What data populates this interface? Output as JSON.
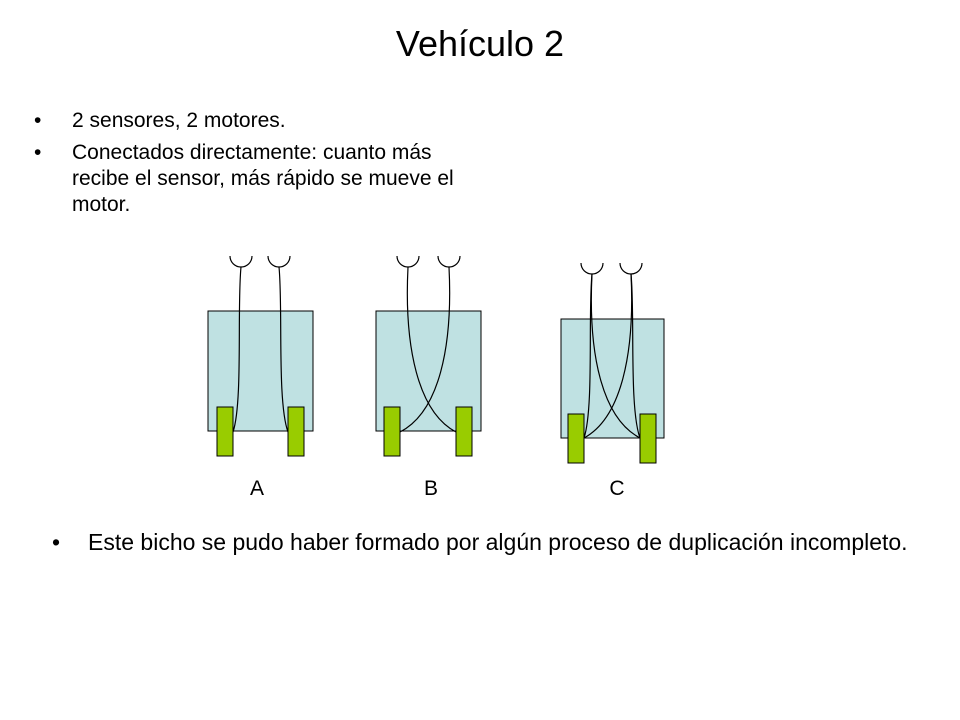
{
  "slide": {
    "title": "Vehículo 2",
    "top_bullets": [
      "2 sensores, 2 motores.",
      "Conectados directamente: cuanto más recibe el sensor, más rápido se mueve el motor."
    ],
    "bottom_bullets": [
      "Este bicho se pudo haber formado por algún proceso de duplicación incompleto."
    ]
  },
  "diagram": {
    "vehicles": [
      {
        "label": "A",
        "wiring": "parallel"
      },
      {
        "label": "B",
        "wiring": "crossed"
      },
      {
        "label": "C",
        "wiring": "both"
      }
    ],
    "colors": {
      "body_fill": "#bfe1e2",
      "body_stroke": "#000000",
      "wheel_fill": "#99cc00",
      "wire_stroke": "#000000"
    }
  }
}
